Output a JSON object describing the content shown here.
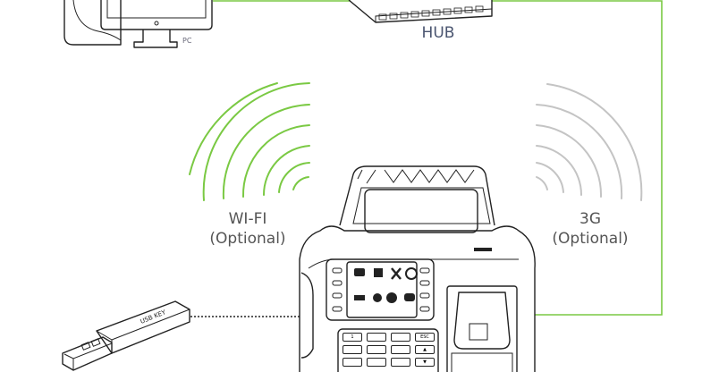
{
  "labels": {
    "pc": "PC",
    "hub": "HUB",
    "wifi": "WI-FI",
    "wifi_note": "(Optional)",
    "g3": "3G",
    "g3_note": "(Optional)",
    "usb": "USB KEY"
  },
  "keypad": [
    [
      "1",
      "",
      "",
      "ESC"
    ],
    [
      "",
      "",
      "",
      "▲"
    ],
    [
      "",
      "",
      "",
      "▼"
    ]
  ],
  "colors": {
    "link": "#7ac943",
    "wifi": "#7ac943",
    "g3": "#bbbbbb",
    "label": "#555555"
  }
}
